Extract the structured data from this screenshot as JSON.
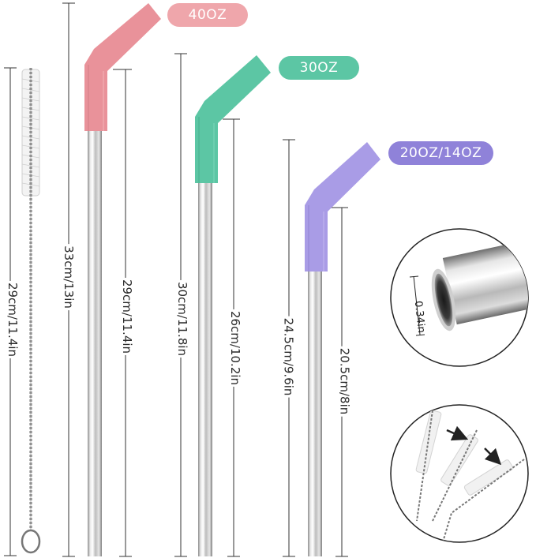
{
  "straws": [
    {
      "capacity_label": "40OZ",
      "tip_color": "#e9929a",
      "badge_color": "#efa6ab",
      "total_length_label": "33cm/13in",
      "steel_length_label": "29cm/11.4in"
    },
    {
      "capacity_label": "30OZ",
      "tip_color": "#5cc6a4",
      "badge_color": "#5cc6a4",
      "total_length_label": "30cm/11.8in",
      "steel_length_label": "26cm/10.2in"
    },
    {
      "capacity_label": "20OZ/14OZ",
      "tip_color": "#a99ce6",
      "badge_color": "#8f82d9",
      "total_length_label": "24.5cm/9.6in",
      "steel_length_label": "20.5cm/8in"
    }
  ],
  "brush": {
    "length_label": "29cm/11.4in"
  },
  "diameter_detail": {
    "label": "0.34in"
  },
  "icons": {
    "brush": "cleaning-brush-icon",
    "arrow": "arrow-icon"
  }
}
